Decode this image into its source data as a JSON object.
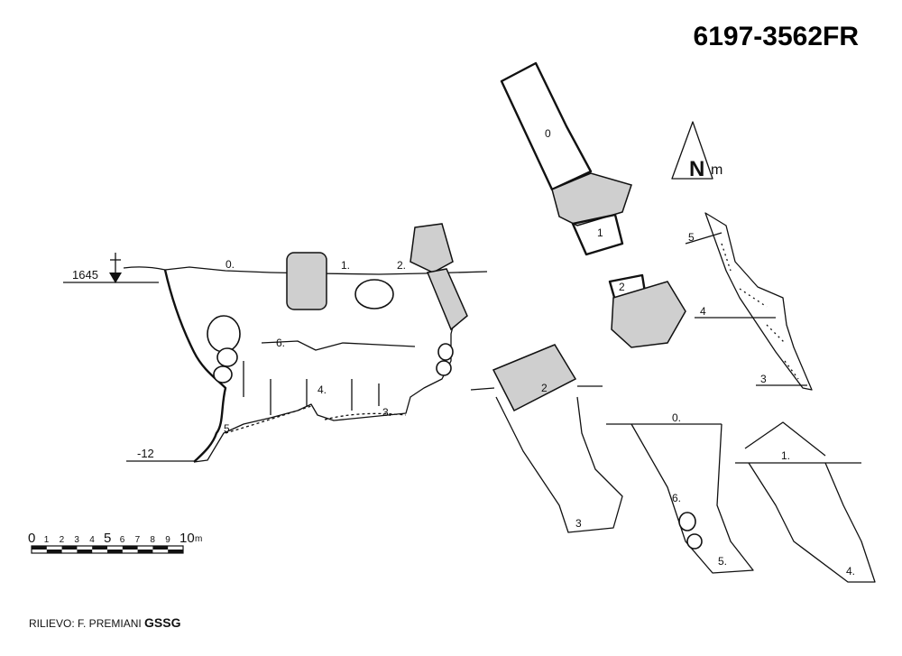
{
  "title": "6197-3562FR",
  "north": {
    "letter": "N",
    "unit": "m"
  },
  "section_main": {
    "elevation": "1645",
    "depth": "-12",
    "stations": [
      "0.",
      "1.",
      "2.",
      "6.",
      "4.",
      "3.",
      "5"
    ]
  },
  "plan": {
    "stations": [
      "0",
      "1",
      "2"
    ]
  },
  "plan_profile": {
    "stations": [
      "5",
      "4",
      "3"
    ]
  },
  "cross_sections": {
    "left": [
      "2",
      "3"
    ],
    "middle": [
      "0.",
      "6.",
      "5."
    ],
    "right": [
      "1.",
      "4."
    ]
  },
  "scale": {
    "ticks": [
      "0",
      "1",
      "2",
      "3",
      "4",
      "5",
      "6",
      "7",
      "8",
      "9",
      "10"
    ],
    "unit": "m"
  },
  "footer": {
    "credit": "RILIEVO: F. PREMIANI",
    "group": "GSSG"
  }
}
